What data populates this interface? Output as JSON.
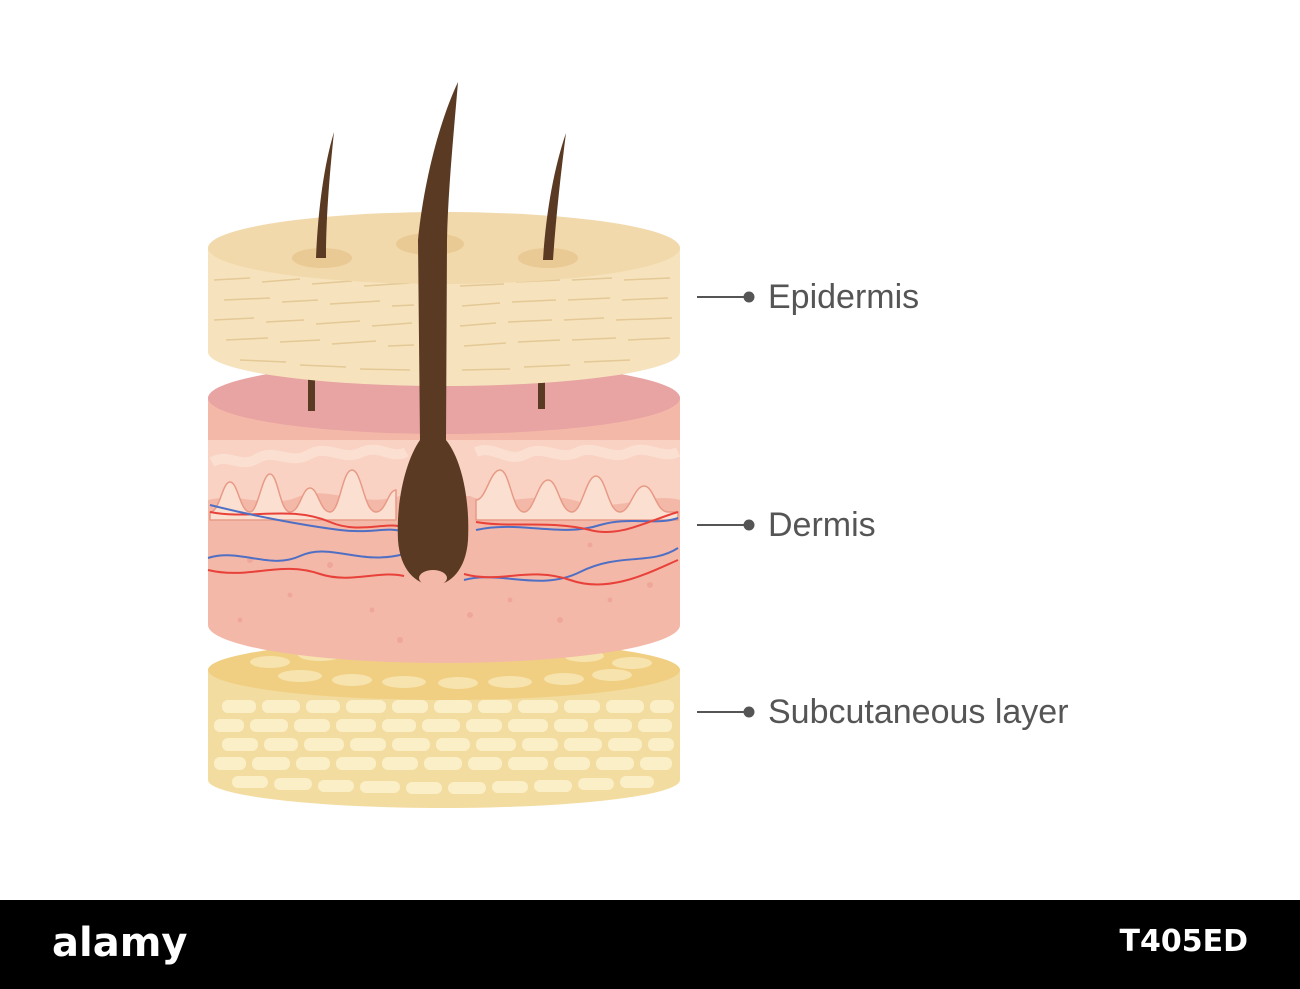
{
  "labels": {
    "epidermis": "Epidermis",
    "dermis": "Dermis",
    "subcutaneous": "Subcutaneous layer"
  },
  "footer": {
    "brand": "alamy",
    "image_id": "T405ED"
  },
  "colors": {
    "epidermis": "#f6e3bd",
    "epidermis_top": "#f2d9ab",
    "dermis": "#f4b8a8",
    "dermis_top": "#e8a3a3",
    "subcutaneous": "#f3dca0",
    "hair": "#5a3a22",
    "artery": "#e8413a",
    "vein": "#4f6fc4",
    "label_text": "#555555",
    "footer_bg": "#000000"
  }
}
